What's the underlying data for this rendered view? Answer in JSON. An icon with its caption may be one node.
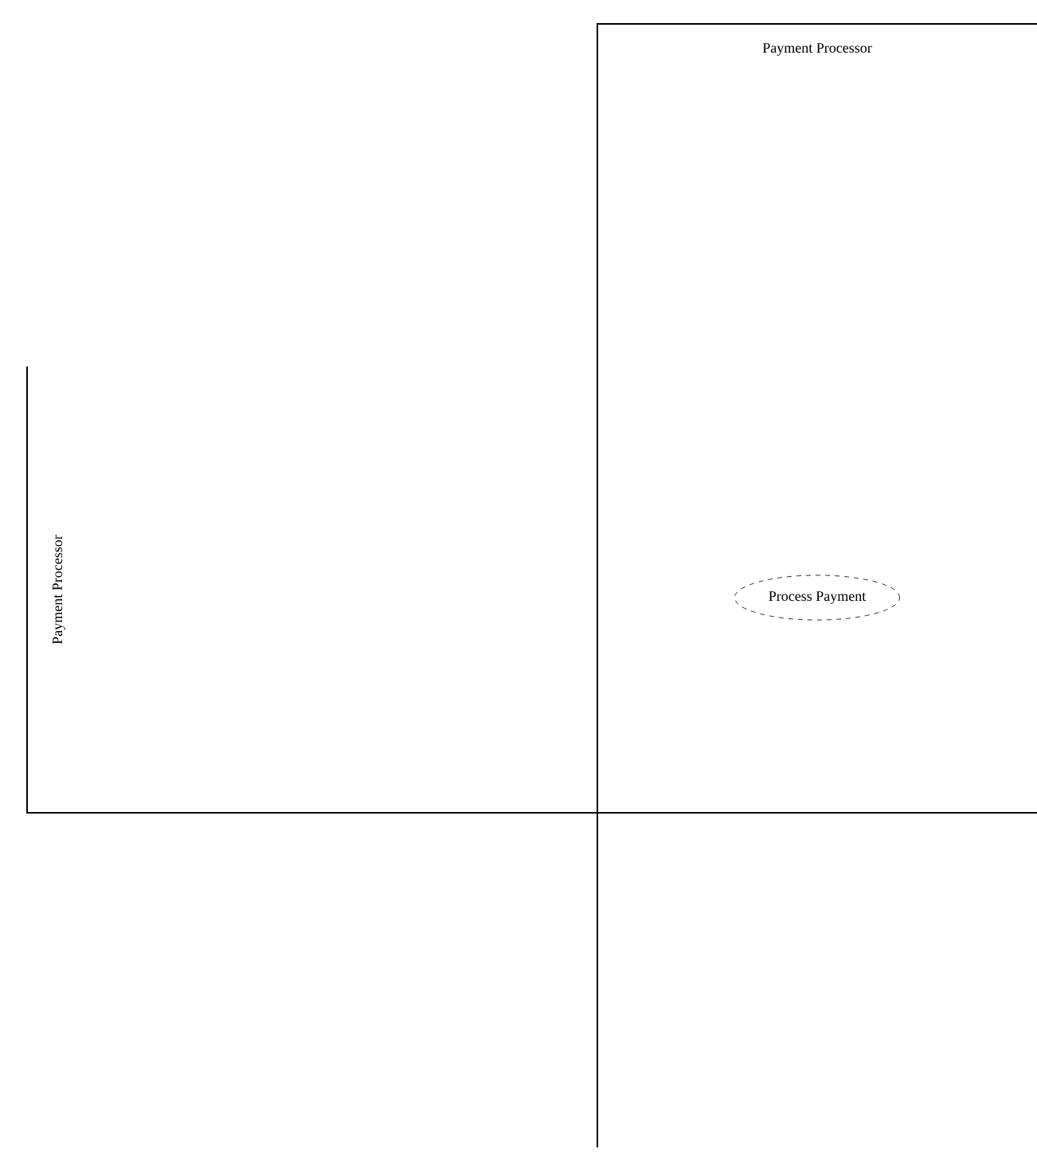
{
  "diagram": {
    "nodes": [
      {
        "text": [
          "Payment Processor"
        ]
      },
      {
        "text": [
          "Payment Processor"
        ]
      },
      {
        "text": [
          "Process Payment"
        ],
        "in": 1
      }
    ],
    "edges": []
  }
}
